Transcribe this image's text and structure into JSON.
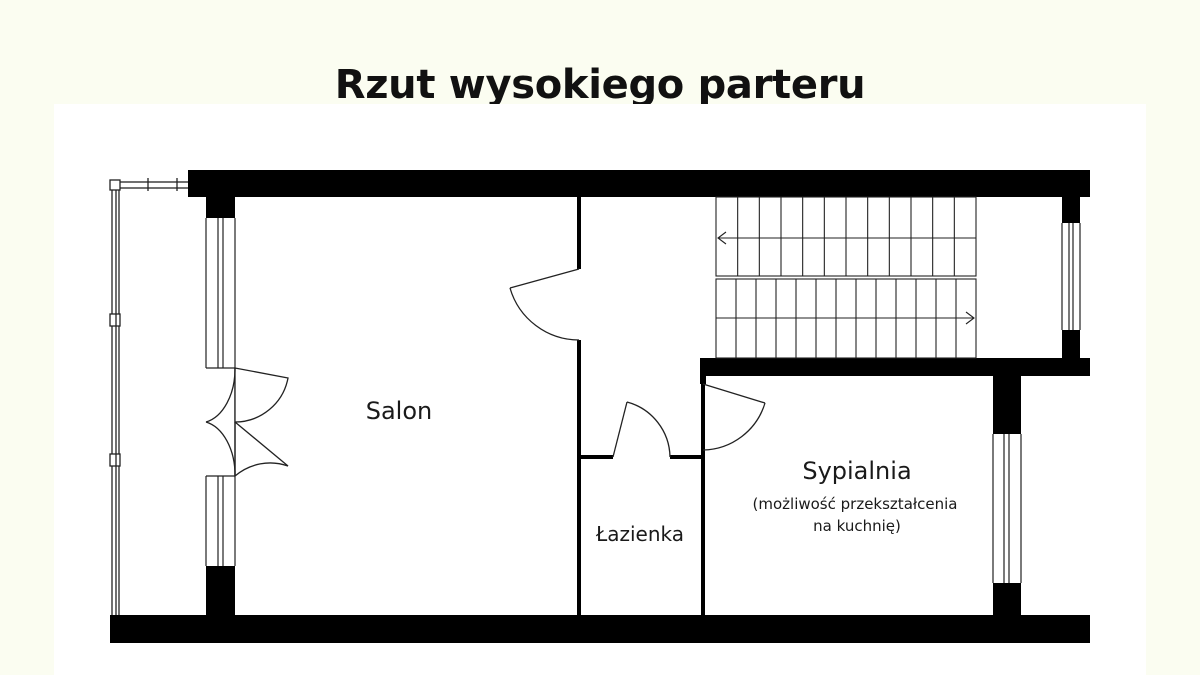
{
  "title": "Rzut wysokiego parteru",
  "rooms": {
    "salon": "Salon",
    "lazienka": "Łazienka",
    "sypialnia": "Sypialnia",
    "sypialnia_note_line1": "(możliwość przekształcenia",
    "sypialnia_note_line2": "na kuchnię)"
  },
  "colors": {
    "wall": "#000000",
    "background": "#fbfdf1",
    "panel": "#ffffff"
  }
}
